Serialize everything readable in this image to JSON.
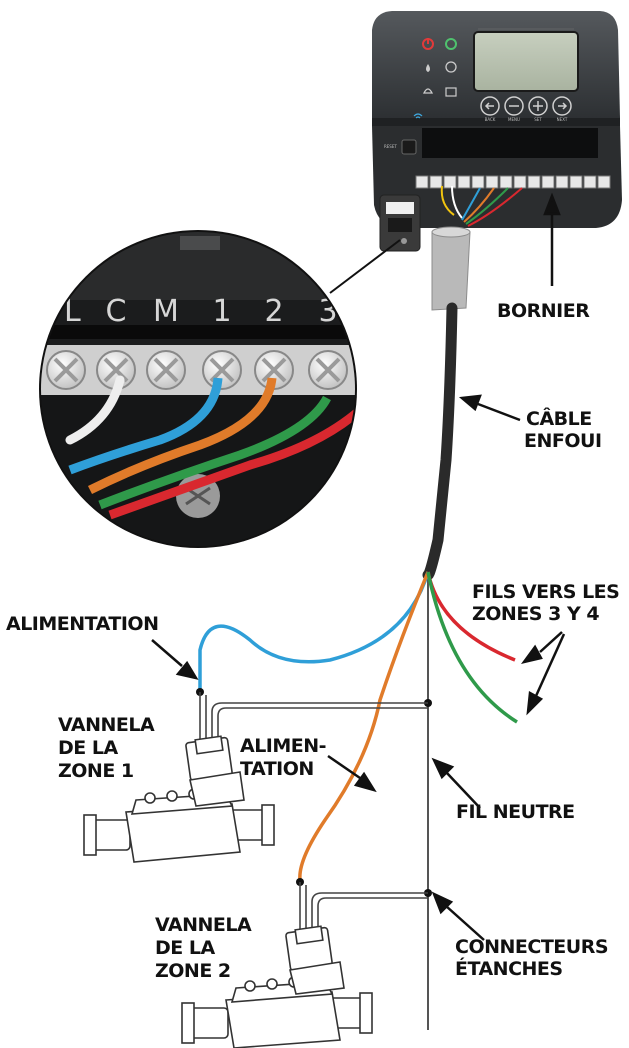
{
  "labels": {
    "bornier": "BORNIER",
    "cable_enfoui": [
      "CÂBLE",
      "ENFOUI"
    ],
    "fils_vers_zones": [
      "FILS VERS LES",
      "ZONES 3 Y 4"
    ],
    "alimentation_top": "ALIMENTATION",
    "vannela_zone1": [
      "VANNELA",
      "DE LA",
      "ZONE 1"
    ],
    "alimentation_mid": [
      "ALIMEN-",
      "TATION"
    ],
    "fil_neutre": "FIL NEUTRE",
    "vannela_zone2": [
      "VANNELA",
      "DE LA",
      "ZONE 2"
    ],
    "connecteurs_etanches": [
      "CONNECTEURS",
      "ÉTANCHES"
    ]
  },
  "terminal_labels": [
    "C",
    "M",
    "1",
    "2",
    "3"
  ],
  "controller_buttons": [
    "BACK",
    "MENU",
    "SET",
    "NEXT"
  ],
  "controller_reset": "RESET",
  "colors": {
    "blue_wire": "#2f9fd8",
    "orange_wire": "#e07b2a",
    "green_wire": "#2f9a4a",
    "red_wire": "#d9282f",
    "white_wire": "#f2f2f2",
    "cable": "#2a2a2a",
    "controller": "#3a3d40"
  }
}
